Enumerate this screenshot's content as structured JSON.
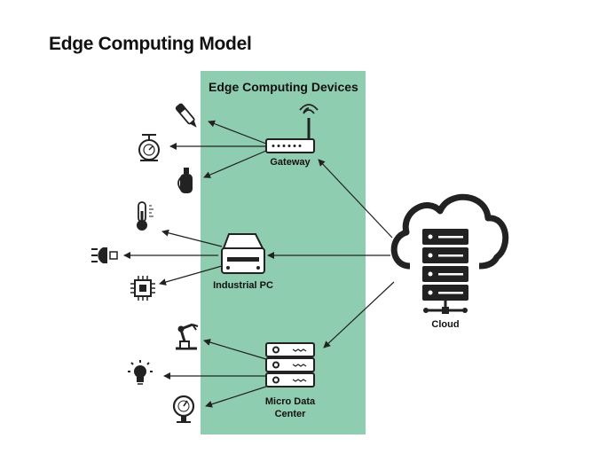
{
  "title": "Edge Computing Model",
  "panel": {
    "title": "Edge Computing Devices",
    "color": "#8fcdb0"
  },
  "nodes": {
    "gateway": "Gateway",
    "industrial_pc": "Industrial PC",
    "micro_dc_line1": "Micro Data",
    "micro_dc_line2": "Center",
    "cloud": "Cloud"
  },
  "icons": [
    "pen-sensor-icon",
    "scale-icon",
    "tank-icon",
    "thermometer-icon",
    "headlight-icon",
    "chip-icon",
    "robot-arm-icon",
    "lightbulb-icon",
    "pressure-gauge-icon"
  ]
}
